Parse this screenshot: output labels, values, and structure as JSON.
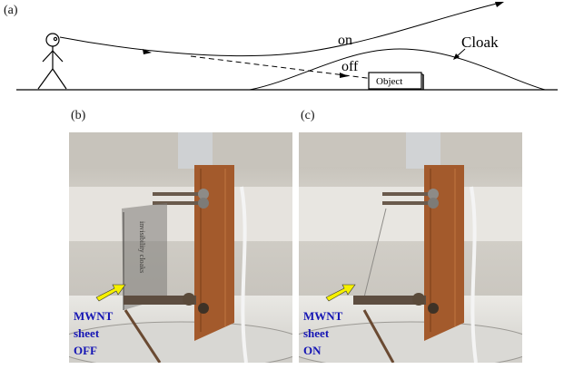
{
  "panel_a": {
    "label": "(a)",
    "label_on": "on",
    "label_off": "off",
    "label_cloak": "Cloak",
    "label_object": "Object"
  },
  "panel_b": {
    "label": "(b)",
    "caption_lines": [
      "MWNT",
      "sheet",
      "OFF"
    ],
    "ruler_text": "invisibility cloaks"
  },
  "panel_c": {
    "label": "(c)",
    "caption_lines": [
      "MWNT",
      "sheet",
      "ON"
    ]
  },
  "colors": {
    "caption": "#1515b4",
    "arrow": "#f5f000",
    "copper": "#a35a2c",
    "background_wall": "#d9d6cf"
  }
}
